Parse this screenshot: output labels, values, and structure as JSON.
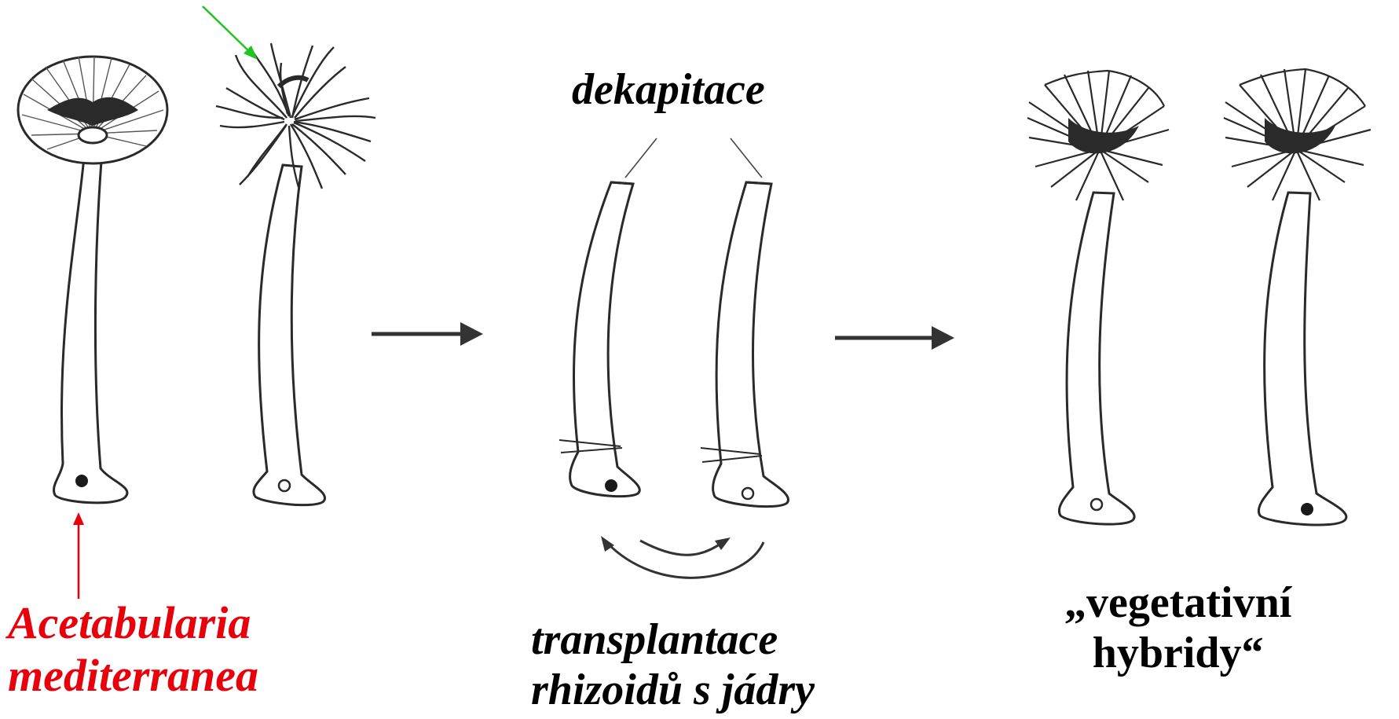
{
  "labels": {
    "species_line1": "Acetabularia",
    "species_line2": "mediterranea",
    "decapitation": "dekapitace",
    "transplant_line1": "transplantace",
    "transplant_line2": "rhizoidů s jádry",
    "hybrid_line1": "„vegetativní",
    "hybrid_line2": "hybridy“"
  },
  "colors": {
    "species_label": "#e8000b",
    "species_arrow": "#e8000b",
    "crenulata_arrow": "#1fc41f",
    "ink": "#2a2a2a"
  }
}
